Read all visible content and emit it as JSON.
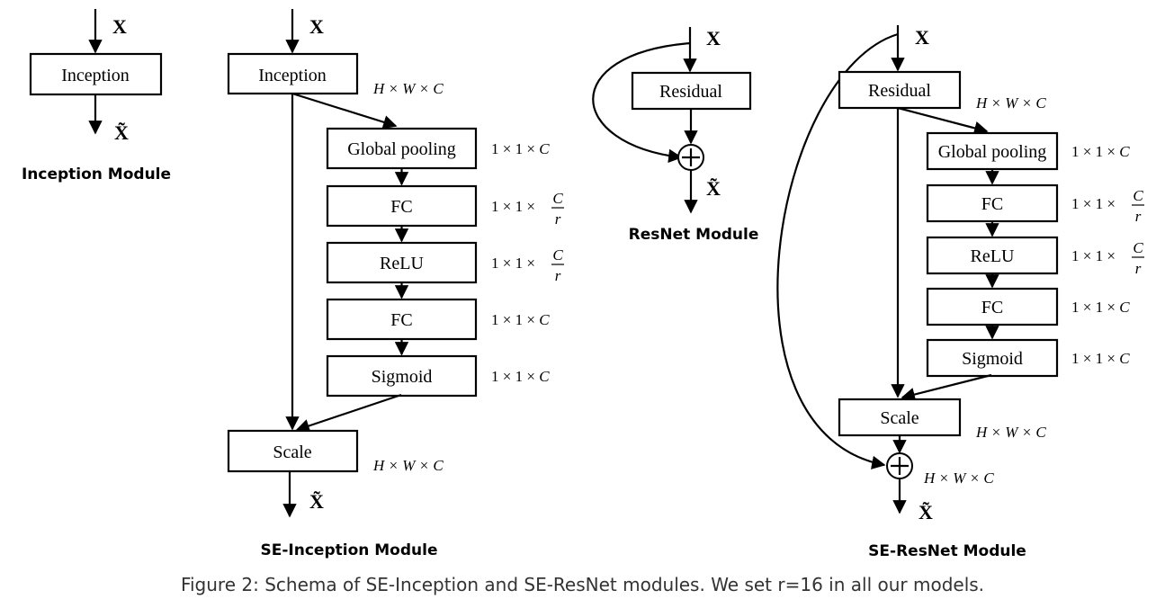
{
  "symbols": {
    "input": "X",
    "output": "X̃"
  },
  "inception": {
    "title": "Inception Module",
    "block": "Inception"
  },
  "se_inception": {
    "title": "SE-Inception Module",
    "main_block": "Inception",
    "scale": "Scale",
    "branch": [
      "Global pooling",
      "FC",
      "ReLU",
      "FC",
      "Sigmoid"
    ],
    "dim_main": "H × W × C",
    "dim_scale": "H × W × C",
    "dims": [
      {
        "text": "1 × 1 × C",
        "frac": false
      },
      {
        "text": "1 × 1 ×",
        "frac": true,
        "num": "C",
        "den": "r"
      },
      {
        "text": "1 × 1 ×",
        "frac": true,
        "num": "C",
        "den": "r"
      },
      {
        "text": "1 × 1 × C",
        "frac": false
      },
      {
        "text": "1 × 1 × C",
        "frac": false
      }
    ]
  },
  "resnet": {
    "title": "ResNet Module",
    "block": "Residual"
  },
  "se_resnet": {
    "title": "SE-ResNet Module",
    "main_block": "Residual",
    "scale": "Scale",
    "branch": [
      "Global pooling",
      "FC",
      "ReLU",
      "FC",
      "Sigmoid"
    ],
    "dim_main": "H × W × C",
    "dim_scale": "H × W × C",
    "dim_sum": "H × W × C",
    "dims": [
      {
        "text": "1 × 1 × C",
        "frac": false
      },
      {
        "text": "1 × 1 ×",
        "frac": true,
        "num": "C",
        "den": "r"
      },
      {
        "text": "1 × 1 ×",
        "frac": true,
        "num": "C",
        "den": "r"
      },
      {
        "text": "1 × 1 × C",
        "frac": false
      },
      {
        "text": "1 × 1 × C",
        "frac": false
      }
    ]
  },
  "caption": "Figure 2: Schema of SE-Inception and SE-ResNet modules. We set r=16 in all our models."
}
